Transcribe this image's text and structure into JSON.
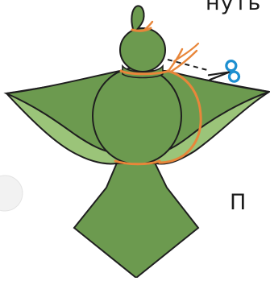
{
  "labels": {
    "top_text": "нуть",
    "side_text": "П"
  },
  "colors": {
    "fabric_fill": "#6c9a4f",
    "fabric_light_fill": "#9bc479",
    "outline": "#1f1f1f",
    "thread": "#e8863a",
    "scissors_handle": "#1d8fd0",
    "page_background": "#ffffff",
    "faint_circle": "#ececec"
  },
  "icons": {
    "scissors": "scissors-icon",
    "cut_line": "dashed-cut-line"
  }
}
